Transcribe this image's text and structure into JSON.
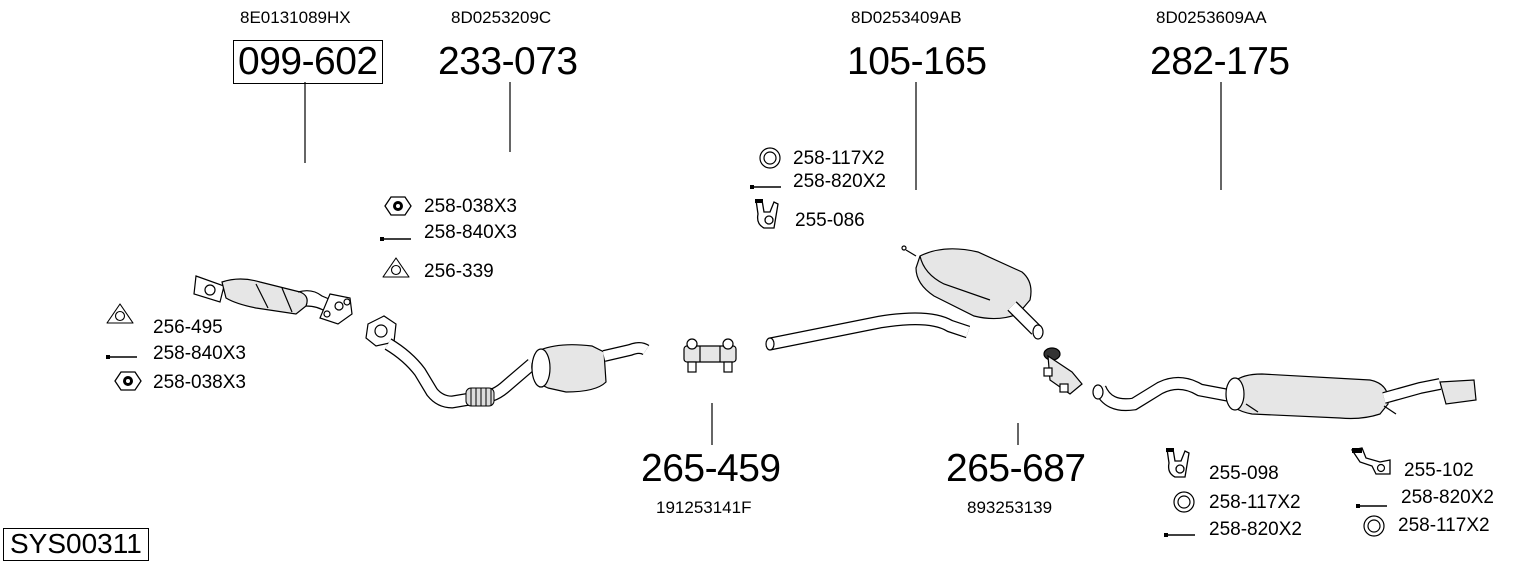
{
  "system_code": "SYS00311",
  "groups": [
    {
      "part_number": "099-602",
      "oem_number": "8E0131089HX",
      "boxed": true
    },
    {
      "part_number": "233-073",
      "oem_number": "8D0253209C"
    },
    {
      "part_number": "105-165",
      "oem_number": "8D0253409AB"
    },
    {
      "part_number": "282-175",
      "oem_number": "8D0253609AA"
    },
    {
      "part_number": "265-459",
      "oem_number": "191253141F"
    },
    {
      "part_number": "265-687",
      "oem_number": "893253139"
    }
  ],
  "accessories": {
    "catalyst": [
      {
        "icon": "gasket-icon",
        "label": "256-495"
      },
      {
        "icon": "bolt-icon",
        "label": "258-840X3"
      },
      {
        "icon": "nut-icon",
        "label": "258-038X3"
      }
    ],
    "front_pipe": [
      {
        "icon": "nut-icon",
        "label": "258-038X3"
      },
      {
        "icon": "bolt-icon",
        "label": "258-840X3"
      },
      {
        "icon": "gasket-icon",
        "label": "256-339"
      }
    ],
    "middle_silencer": [
      {
        "icon": "ring-icon",
        "label": "258-117X2"
      },
      {
        "icon": "bolt-icon",
        "label": "258-820X2"
      },
      {
        "icon": "hanger-icon",
        "label": "255-086"
      }
    ],
    "rear_left": [
      {
        "icon": "hanger-icon",
        "label": "255-098"
      },
      {
        "icon": "ring-icon",
        "label": "258-117X2"
      },
      {
        "icon": "bolt-icon",
        "label": "258-820X2"
      }
    ],
    "rear_right": [
      {
        "icon": "bracket-icon",
        "label": "255-102"
      },
      {
        "icon": "bolt-icon",
        "label": "258-820X2"
      },
      {
        "icon": "ring-icon",
        "label": "258-117X2"
      }
    ]
  }
}
